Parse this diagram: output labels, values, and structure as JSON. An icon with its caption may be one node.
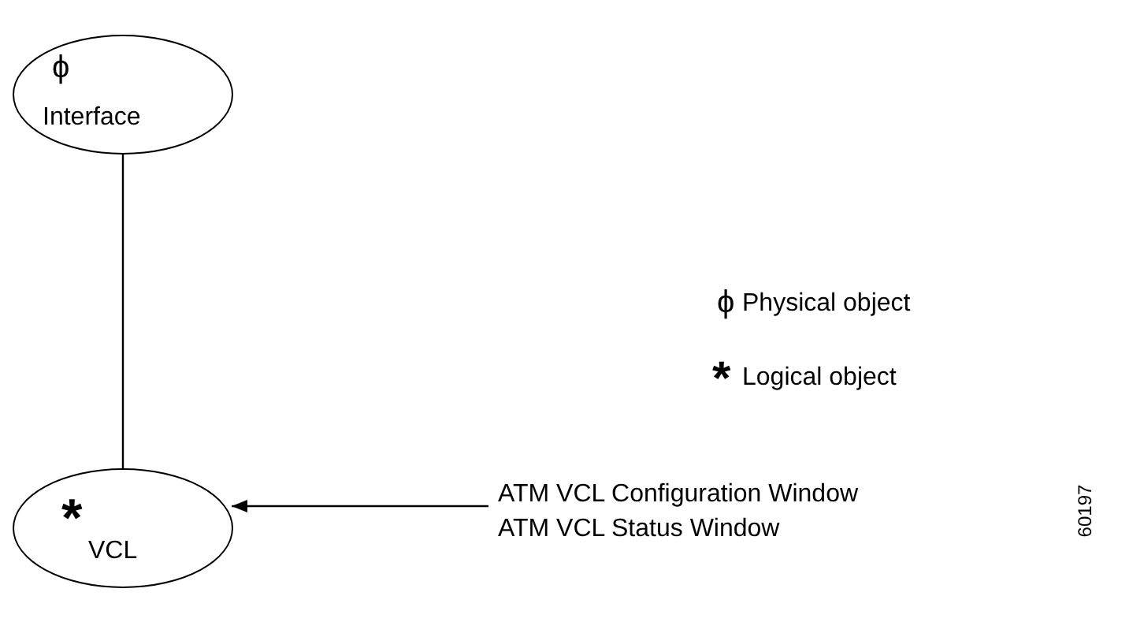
{
  "diagram": {
    "nodes": [
      {
        "text": [
          "ϕ",
          "Interface"
        ]
      },
      {
        "text": [
          "*",
          "VCL"
        ]
      },
      {
        "text": [
          "ATM VCL Configuration Window ATM VCL Status Window"
        ]
      }
    ],
    "edges": [
      {
        "from": 0,
        "to": 1,
        "arrow": "none"
      },
      {
        "from": 2,
        "to": 1,
        "arrow": "to"
      }
    ],
    "labels": [
      "ϕ",
      "Physical object",
      "*",
      "Logical object",
      "60197"
    ]
  }
}
